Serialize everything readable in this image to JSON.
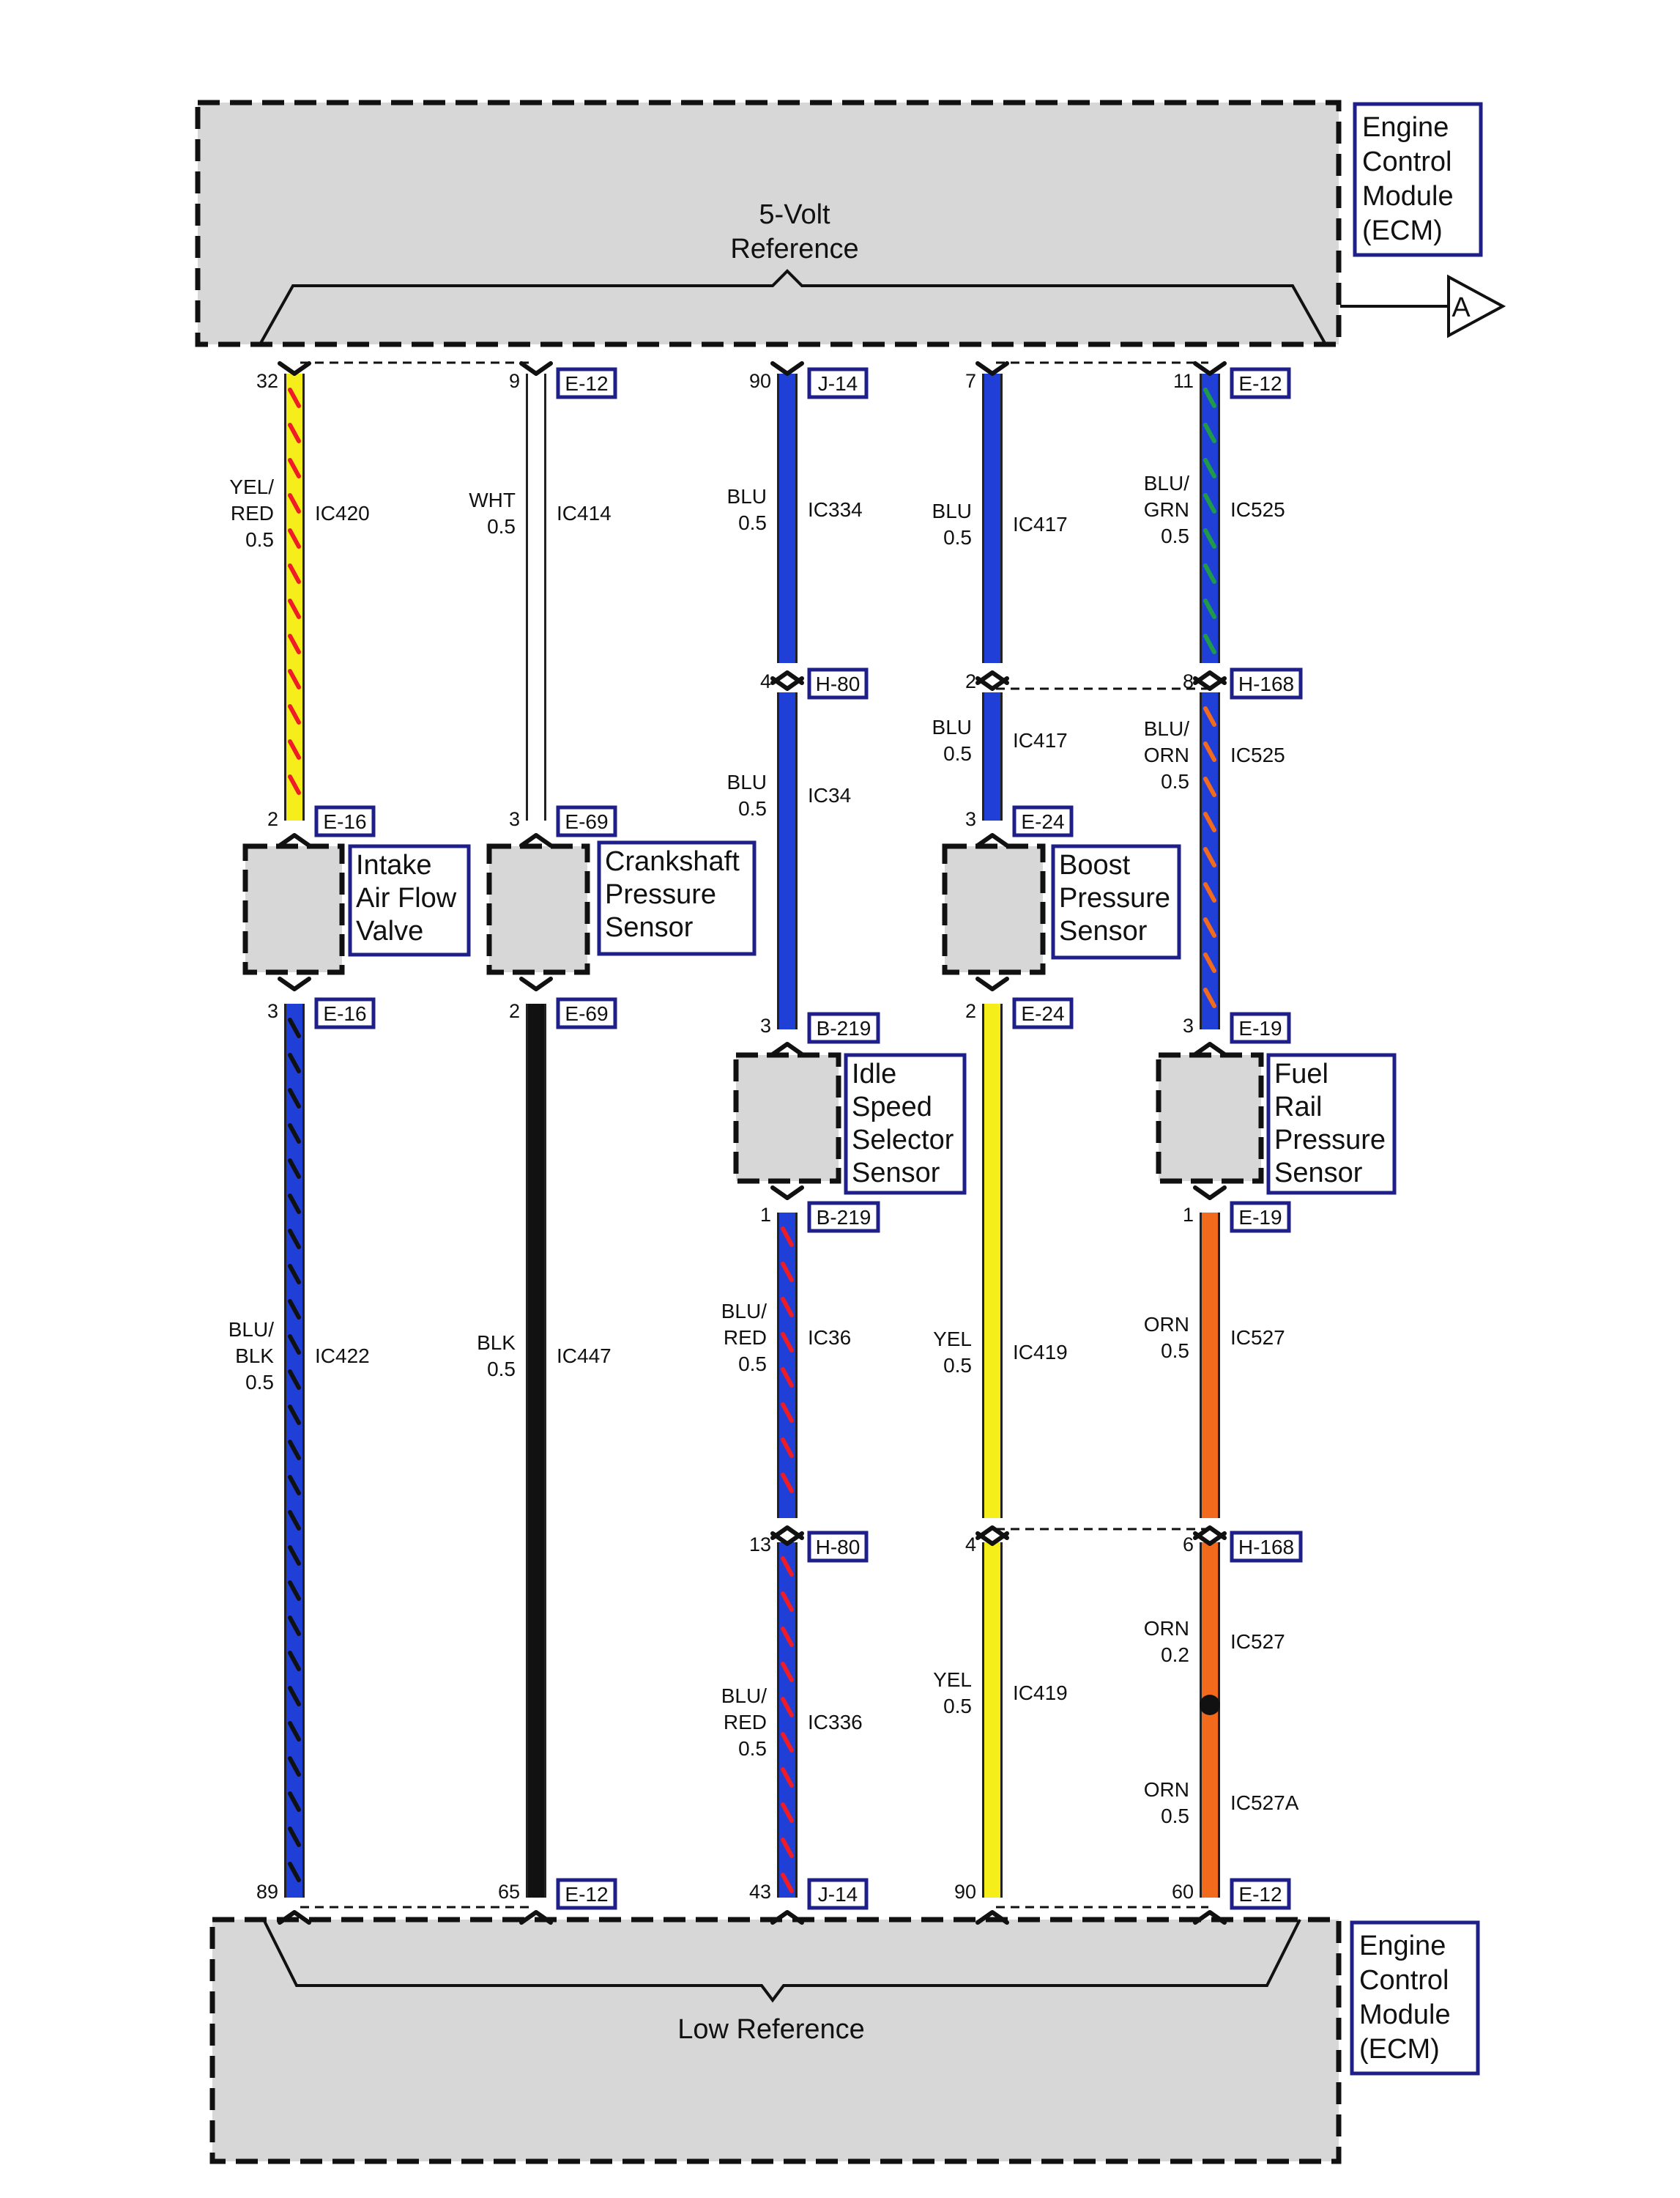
{
  "ecm_top": {
    "title_lines": [
      "Engine",
      "Control",
      "Module",
      "(ECM)"
    ],
    "bus_label_lines": [
      "5-Volt",
      "Reference"
    ],
    "offpage_label": "A"
  },
  "ecm_bottom": {
    "title_lines": [
      "Engine",
      "Control",
      "Module",
      "(ECM)"
    ],
    "bus_label": "Low Reference"
  },
  "components": [
    {
      "id": "intake",
      "name_lines": [
        "Intake",
        "Air Flow",
        "Valve"
      ]
    },
    {
      "id": "crank",
      "name_lines": [
        "Crankshaft",
        "Pressure",
        "Sensor"
      ]
    },
    {
      "id": "idle",
      "name_lines": [
        "Idle",
        "Speed",
        "Selector",
        "Sensor"
      ]
    },
    {
      "id": "boost",
      "name_lines": [
        "Boost",
        "Pressure",
        "Sensor"
      ]
    },
    {
      "id": "fuel",
      "name_lines": [
        "Fuel",
        "Rail",
        "Pressure",
        "Sensor"
      ]
    }
  ],
  "wire_colors": {
    "YEL": "#f5ee1a",
    "RED": "#ee1c24",
    "BLU": "#1f3fd6",
    "WHT": "#ffffff",
    "BLK": "#111111",
    "GRN": "#1f9a48",
    "ORN": "#f26b1d",
    "outline": "#222222",
    "tag_border": "#1f1f8a",
    "module_fill": "#d7d7d7"
  },
  "wires": [
    {
      "circuit": "IC420",
      "color": [
        "YEL/",
        "RED",
        "0.5"
      ]
    },
    {
      "circuit": "IC422",
      "color": [
        "BLU/",
        "BLK",
        "0.5"
      ]
    },
    {
      "circuit": "IC414",
      "color": [
        "WHT",
        "0.5"
      ]
    },
    {
      "circuit": "IC447",
      "color": [
        "BLK",
        "0.5"
      ]
    },
    {
      "circuit": "IC334",
      "color": [
        "BLU",
        "0.5"
      ]
    },
    {
      "circuit": "IC34",
      "color": [
        "BLU",
        "0.5"
      ]
    },
    {
      "circuit": "IC36",
      "color": [
        "BLU/",
        "RED",
        "0.5"
      ]
    },
    {
      "circuit": "IC336",
      "color": [
        "BLU/",
        "RED",
        "0.5"
      ]
    },
    {
      "circuit": "IC417",
      "color": [
        "BLU",
        "0.5"
      ]
    },
    {
      "circuit": "IC417",
      "color": [
        "BLU",
        "0.5"
      ]
    },
    {
      "circuit": "IC419",
      "color": [
        "YEL",
        "0.5"
      ]
    },
    {
      "circuit": "IC419",
      "color": [
        "YEL",
        "0.5"
      ]
    },
    {
      "circuit": "IC525",
      "color": [
        "BLU/",
        "GRN",
        "0.5"
      ]
    },
    {
      "circuit": "IC525",
      "color": [
        "BLU/",
        "ORN",
        "0.5"
      ]
    },
    {
      "circuit": "IC527",
      "color": [
        "ORN",
        "0.5"
      ]
    },
    {
      "circuit": "IC527",
      "color": [
        "ORN",
        "0.2"
      ]
    },
    {
      "circuit": "IC527A",
      "color": [
        "ORN",
        "0.5"
      ]
    }
  ],
  "pins": [
    {
      "pin": "32",
      "connector": ""
    },
    {
      "pin": "9",
      "connector": "E-12"
    },
    {
      "pin": "90",
      "connector": "J-14"
    },
    {
      "pin": "7",
      "connector": ""
    },
    {
      "pin": "11",
      "connector": "E-12"
    },
    {
      "pin": "4",
      "connector": "H-80"
    },
    {
      "pin": "2",
      "connector": ""
    },
    {
      "pin": "8",
      "connector": "H-168"
    },
    {
      "pin": "2",
      "connector": "E-16"
    },
    {
      "pin": "3",
      "connector": "E-69"
    },
    {
      "pin": "3",
      "connector": "E-24"
    },
    {
      "pin": "3",
      "connector": "E-16"
    },
    {
      "pin": "2",
      "connector": "E-69"
    },
    {
      "pin": "3",
      "connector": "B-219"
    },
    {
      "pin": "2",
      "connector": "E-24"
    },
    {
      "pin": "3",
      "connector": "E-19"
    },
    {
      "pin": "1",
      "connector": "B-219"
    },
    {
      "pin": "1",
      "connector": "E-19"
    },
    {
      "pin": "13",
      "connector": "H-80"
    },
    {
      "pin": "4",
      "connector": ""
    },
    {
      "pin": "6",
      "connector": "H-168"
    },
    {
      "pin": "89",
      "connector": ""
    },
    {
      "pin": "65",
      "connector": "E-12"
    },
    {
      "pin": "43",
      "connector": "J-14"
    },
    {
      "pin": "90",
      "connector": ""
    },
    {
      "pin": "60",
      "connector": "E-12"
    }
  ]
}
